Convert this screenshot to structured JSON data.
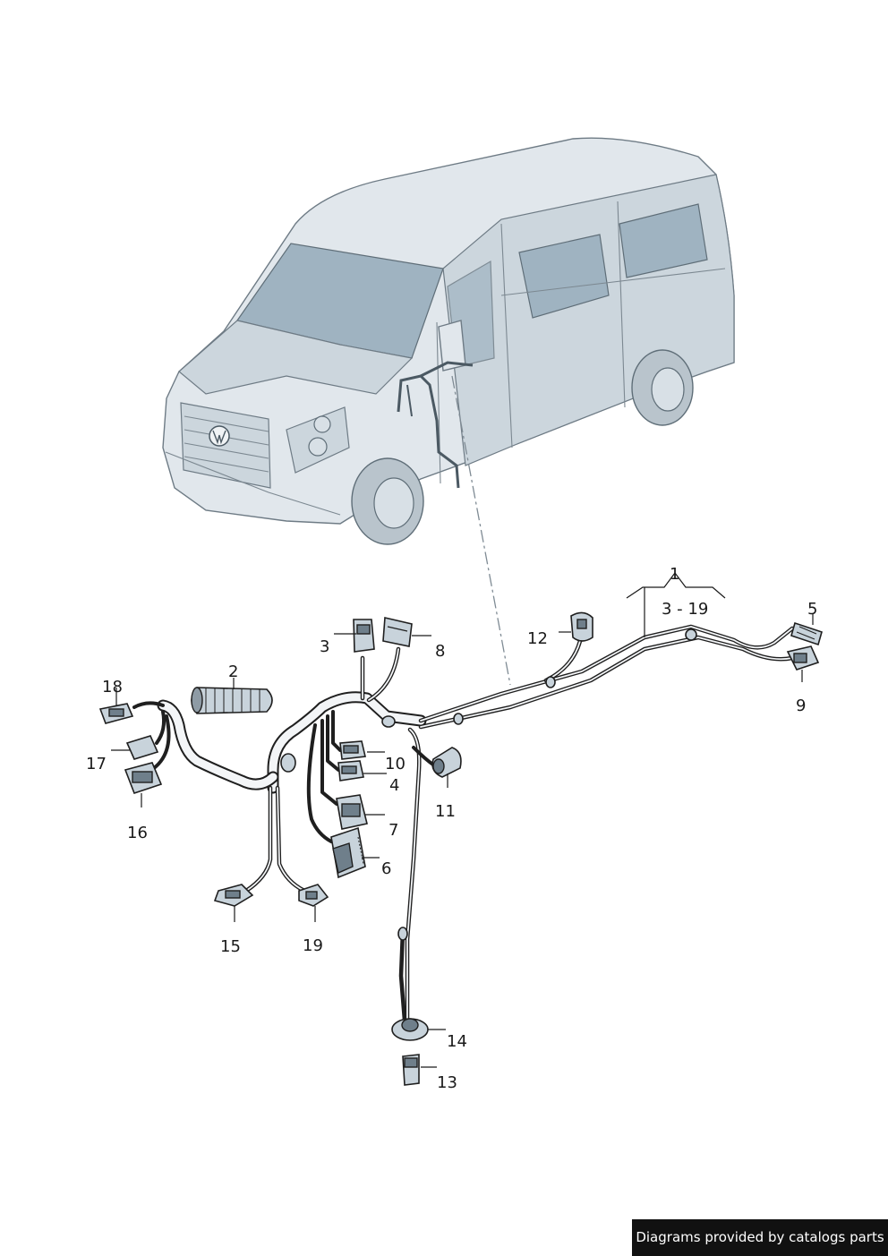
{
  "callouts": {
    "c1": "1",
    "c1_range": "3 - 19",
    "c2": "2",
    "c3": "3",
    "c4": "4",
    "c5": "5",
    "c6": "6",
    "c7": "7",
    "c8": "8",
    "c9": "9",
    "c10": "10",
    "c11": "11",
    "c12": "12",
    "c13": "13",
    "c14": "14",
    "c15": "15",
    "c16": "16",
    "c17": "17",
    "c18": "18",
    "c19": "19"
  },
  "watermark": "Diagrams provided by catalogs parts",
  "colors": {
    "van_body": "#e1e7ec",
    "van_glass": "#9fb3c1",
    "part": "#c8d3db",
    "line": "#1f1f1f",
    "watermark_bg": "#111111"
  }
}
